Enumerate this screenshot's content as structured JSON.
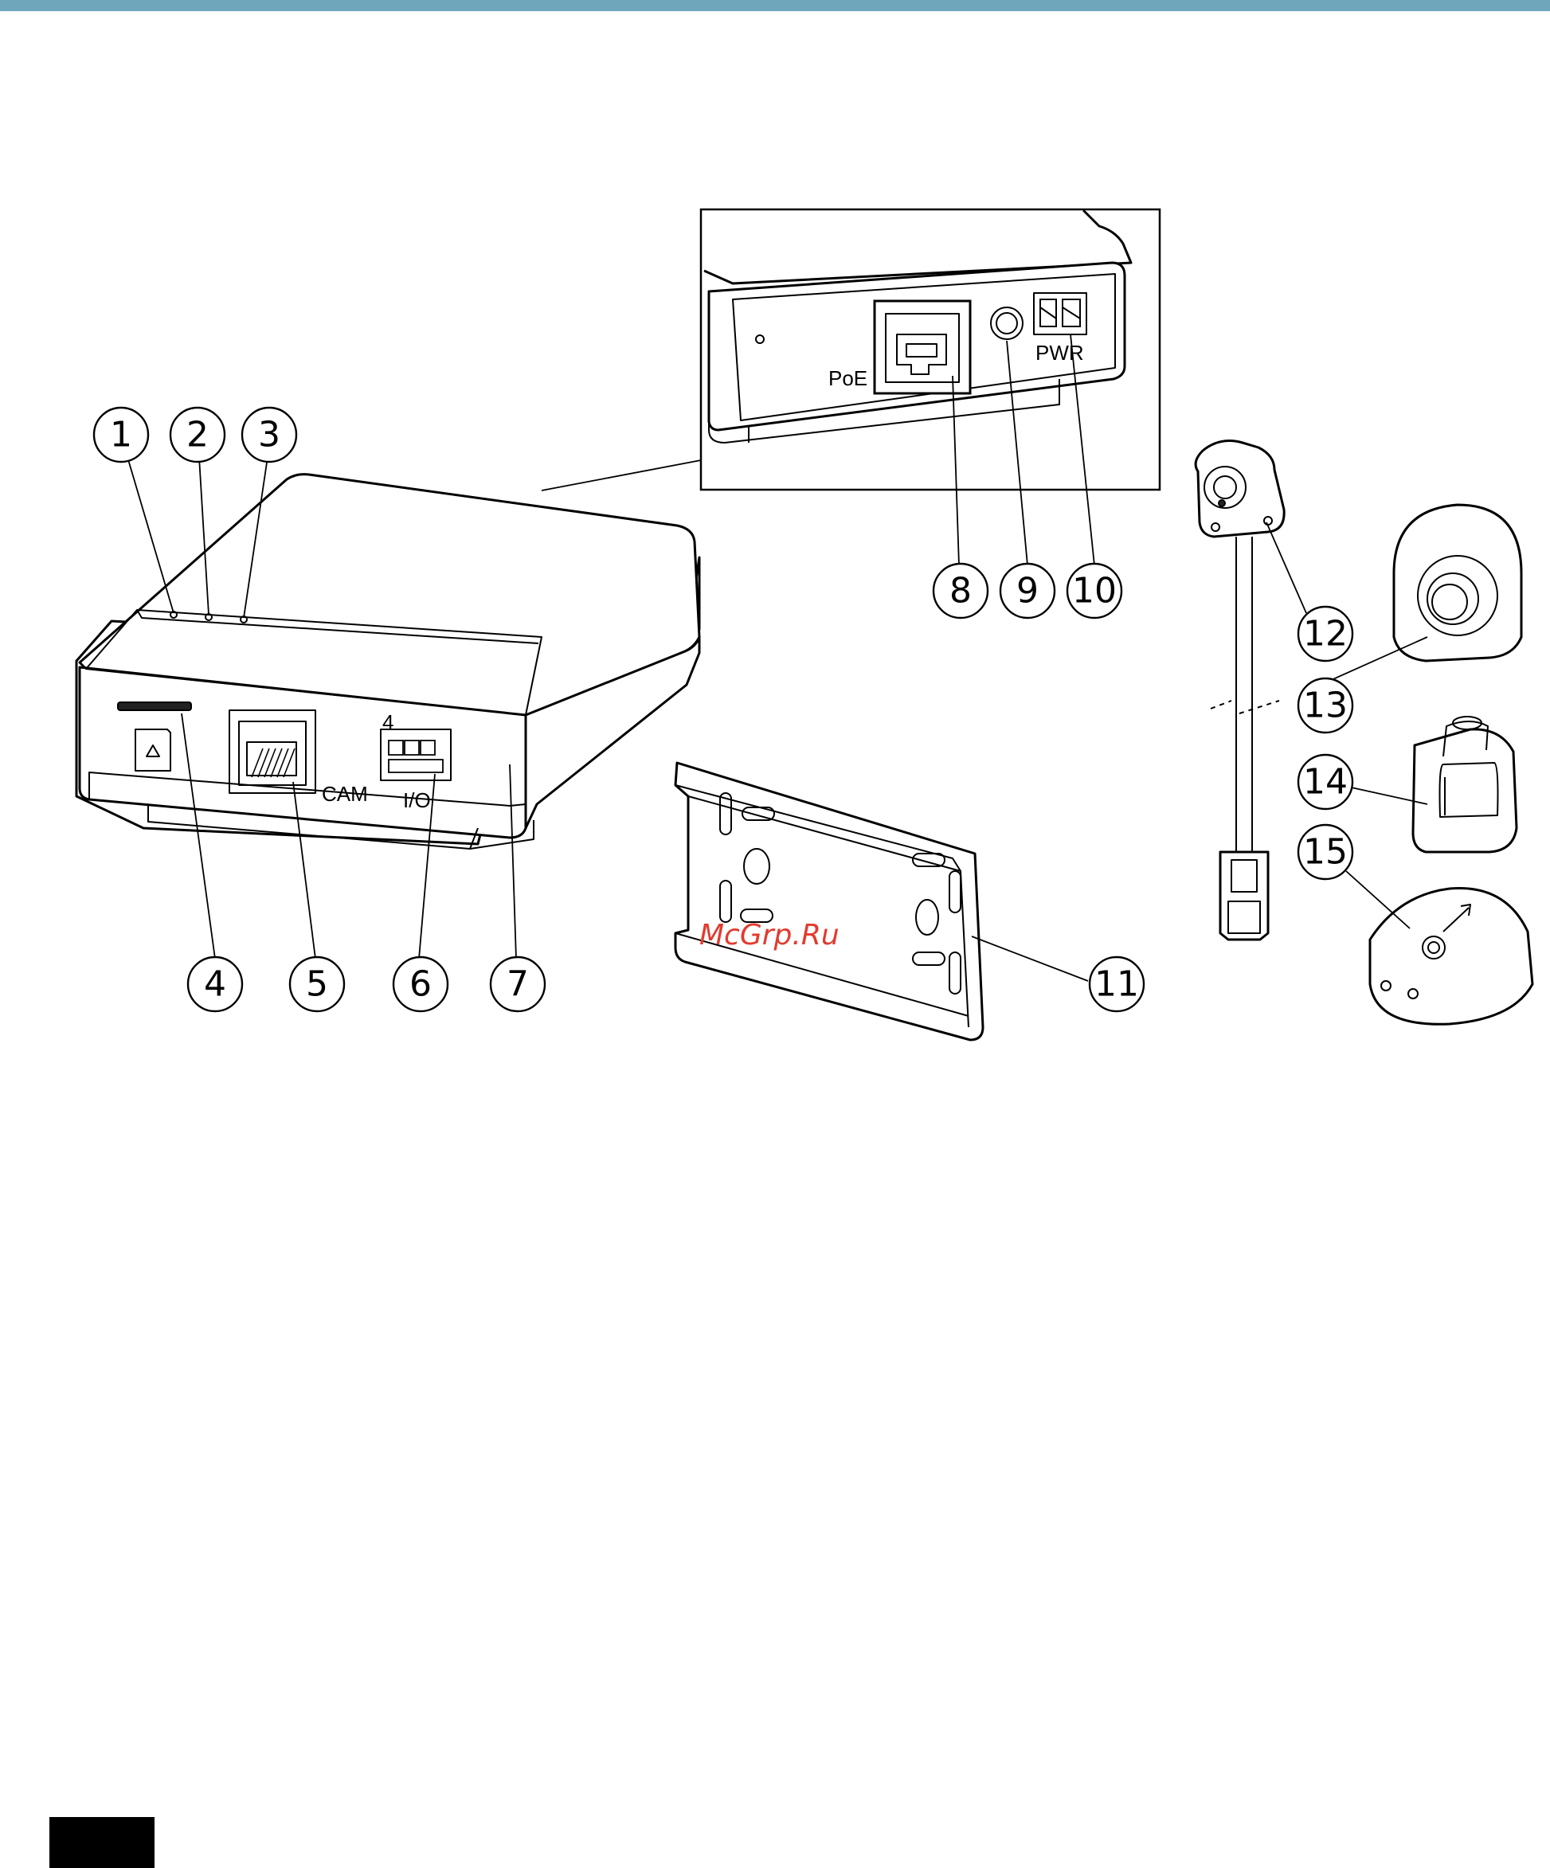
{
  "watermark": "McGrp.Ru",
  "port_labels": {
    "poe": "PoE",
    "pwr": "PWR",
    "cam": "CAM",
    "io": "I/O",
    "io_pin": "4"
  },
  "callouts": [
    "1",
    "2",
    "3",
    "4",
    "5",
    "6",
    "7",
    "8",
    "9",
    "10",
    "11",
    "12",
    "13",
    "14",
    "15"
  ],
  "colors": {
    "top_band": "#6fa6bc",
    "watermark": "#e23b2e",
    "footer_block": "#000000"
  }
}
